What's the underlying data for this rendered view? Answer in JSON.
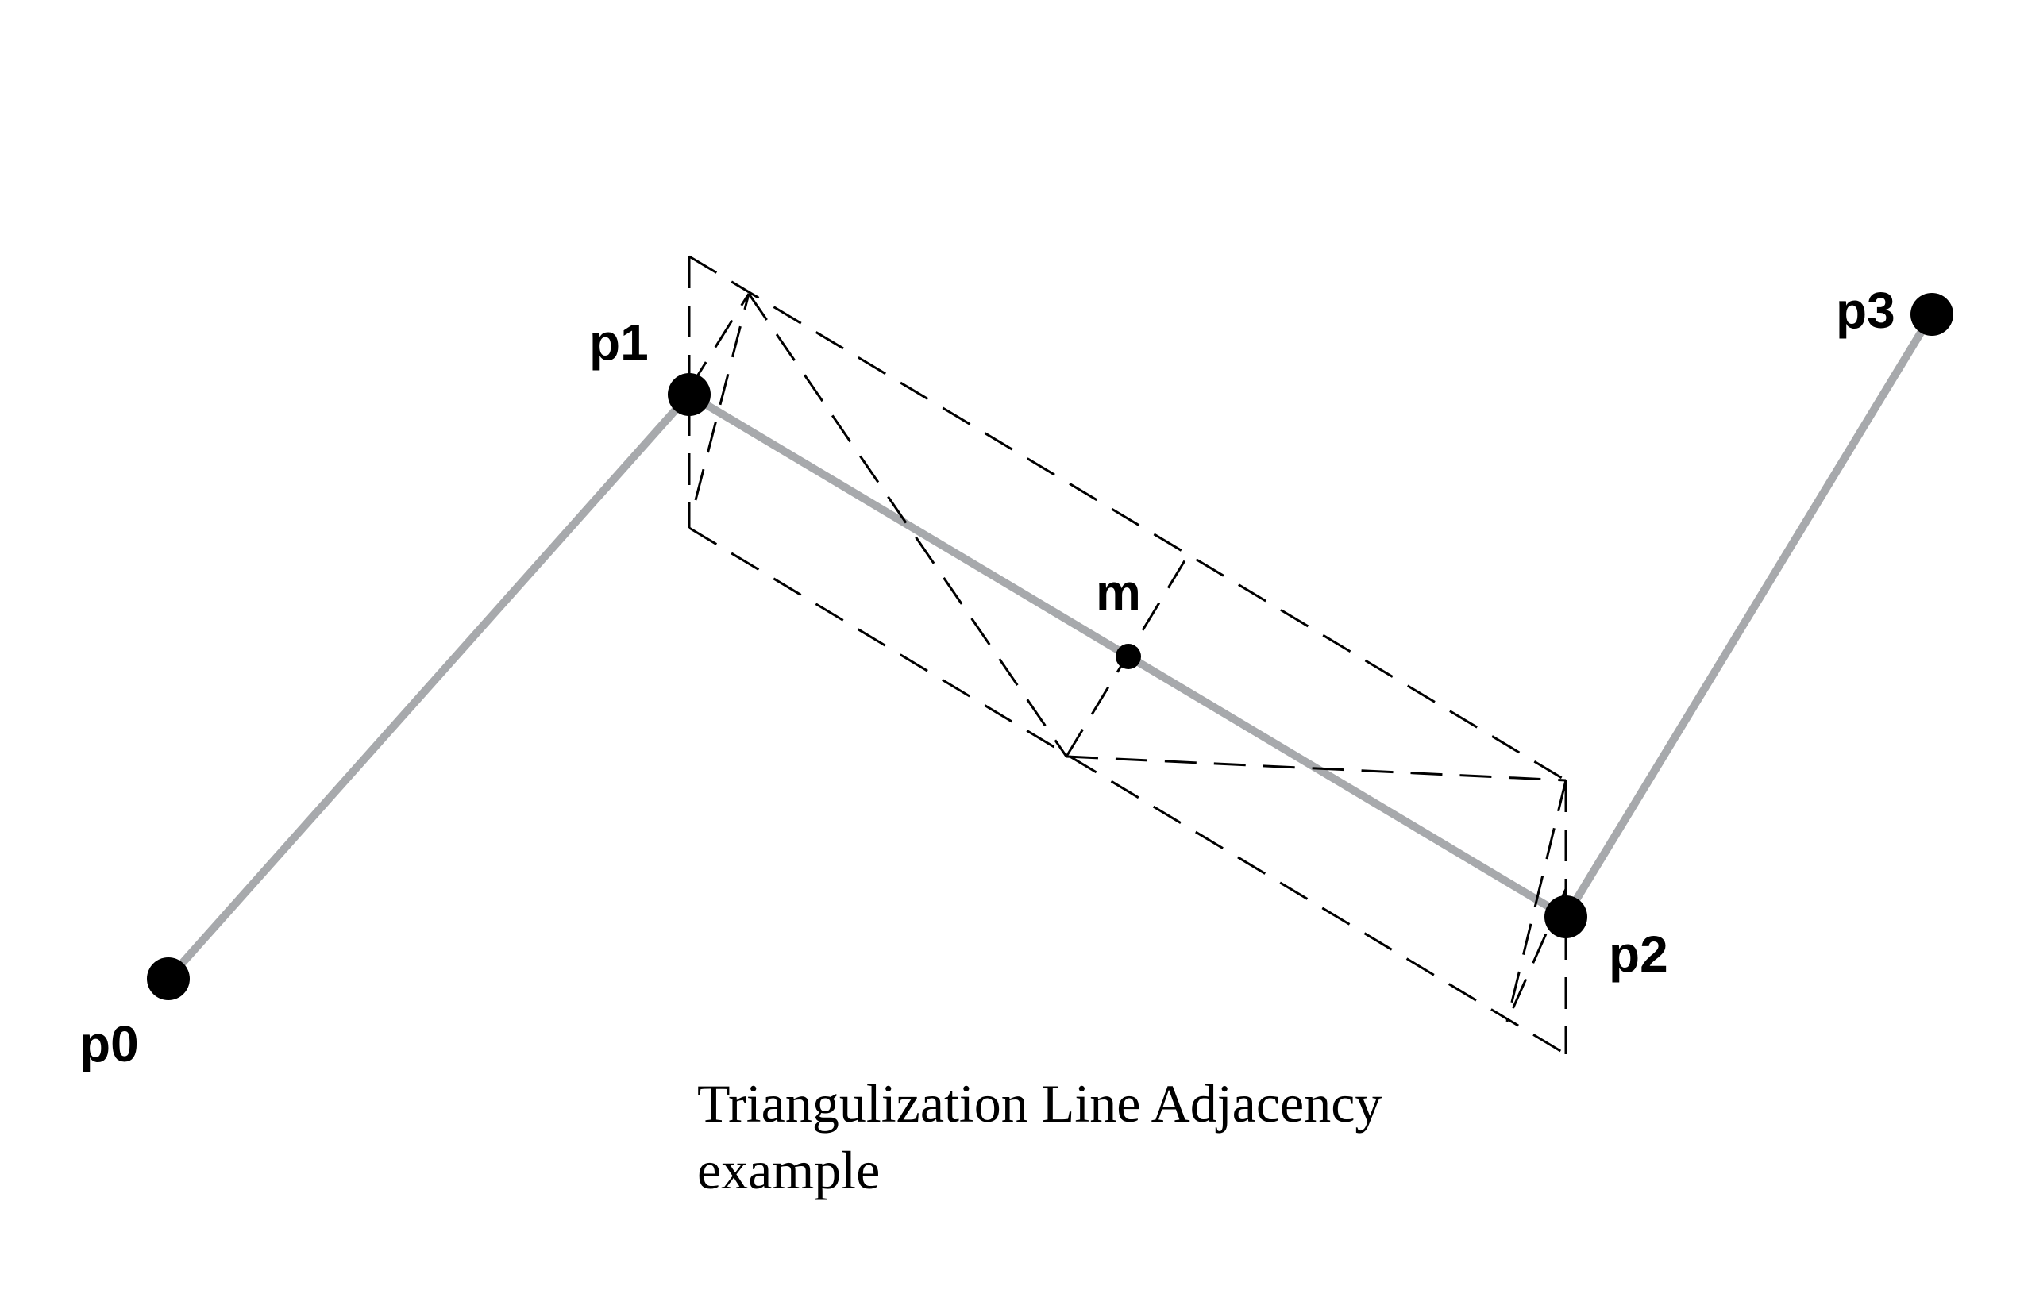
{
  "diagram": {
    "points": [
      {
        "id": "p0",
        "label": "p0"
      },
      {
        "id": "p1",
        "label": "p1"
      },
      {
        "id": "p2",
        "label": "p2"
      },
      {
        "id": "p3",
        "label": "p3"
      },
      {
        "id": "m",
        "label": "m"
      }
    ],
    "colors": {
      "polyline": "#a7a9ac",
      "points": "#000000",
      "dashed": "#000000",
      "background": "#ffffff"
    }
  },
  "caption": {
    "line1": "Triangulization Line Adjacency",
    "line2": "example"
  }
}
